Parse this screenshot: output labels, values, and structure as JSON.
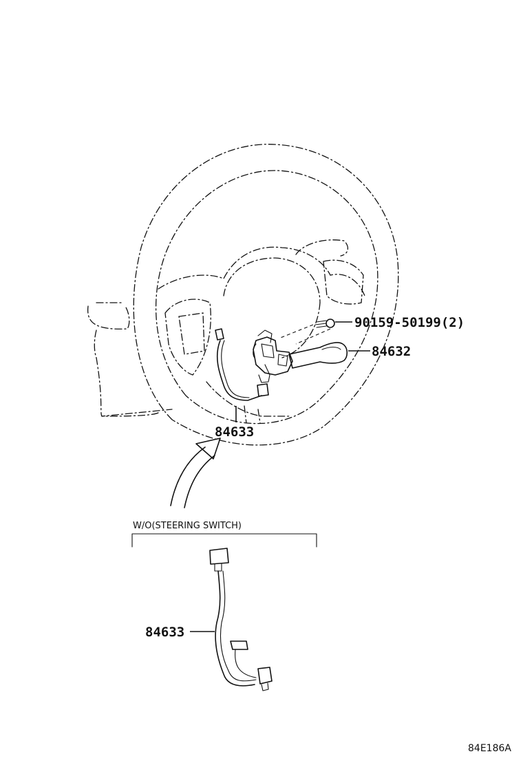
{
  "callouts": {
    "screw": "90159-50199(2)",
    "cover": "84632",
    "wire_main": "84633",
    "wire_variant": "84633"
  },
  "variant": {
    "label": "W/O(STEERING SWITCH)"
  },
  "figure_code": "84E186A"
}
